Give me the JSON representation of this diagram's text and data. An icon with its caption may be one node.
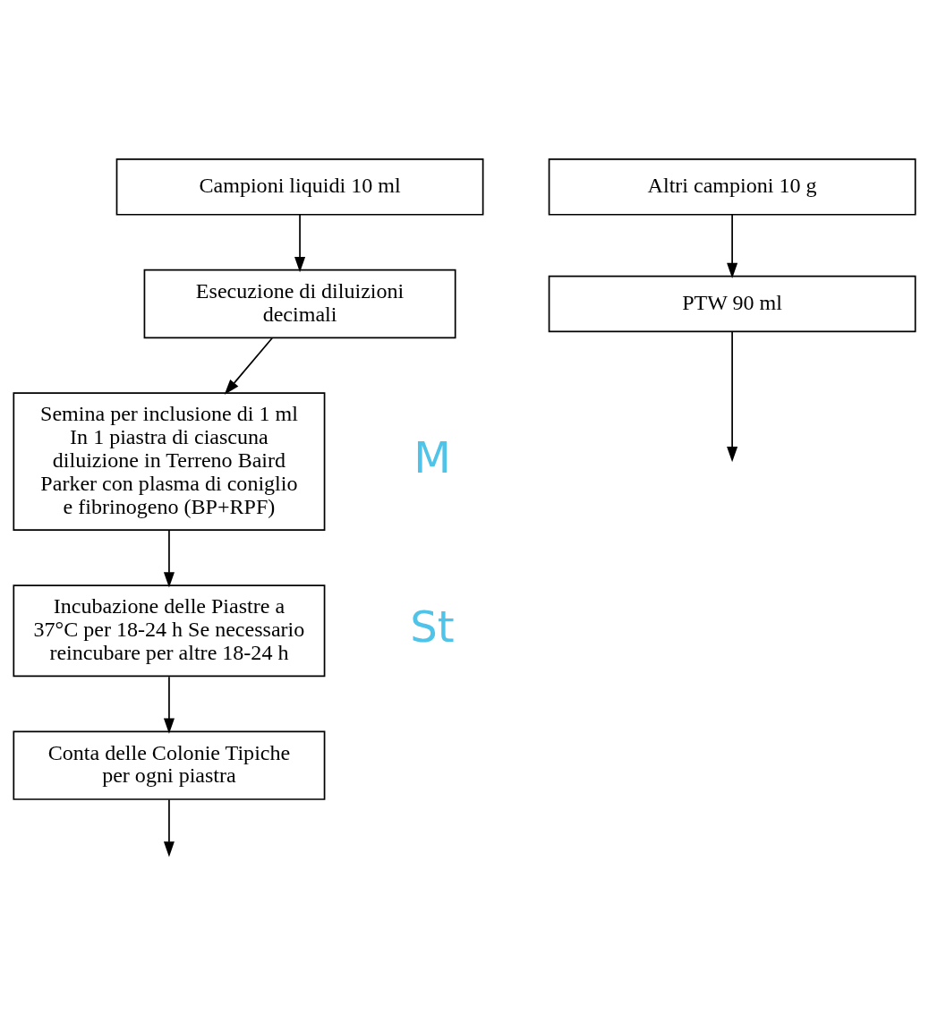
{
  "diagram": {
    "nodes": [
      {
        "text": [
          "Campioni liquidi 10 ml"
        ]
      },
      {
        "text": [
          "Altri campioni 10 g"
        ]
      },
      {
        "text": [
          "PTW 90 ml"
        ]
      },
      {
        "text": [
          "Esecuzione di diluizioni decimali"
        ]
      },
      {
        "text": [
          "Semina per inclusione di 1 ml In 1 piastra di ciascuna diluizione in Terreno Baird Parker con plasma di coniglio e fibrinogeno (BP+RPF)"
        ]
      },
      {
        "text": [
          "Incubazione delle Piastre a 37°C per 18-24 h Se necessario reincubare per altre 18-24 h"
        ]
      },
      {
        "text": [
          "Conta delle Colonie Tipiche per ogni piastra"
        ]
      }
    ],
    "edges": [
      {
        "from": 1,
        "to": 2,
        "arrow": "to"
      },
      {
        "from": 0,
        "to": 3,
        "arrow": "to"
      },
      {
        "from": 2,
        "to": null,
        "arrow": "to"
      },
      {
        "from": 3,
        "to": 4,
        "arrow": "to"
      },
      {
        "from": 4,
        "to": 5,
        "arrow": "to"
      },
      {
        "from": 5,
        "to": 6,
        "arrow": "to"
      },
      {
        "from": 6,
        "to": null,
        "arrow": "to"
      }
    ],
    "labels": [
      "M",
      "St"
    ]
  }
}
